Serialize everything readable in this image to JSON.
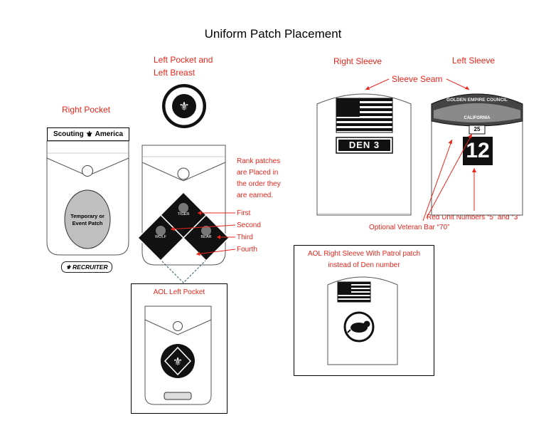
{
  "title": "Uniform Patch Placement",
  "right_pocket": {
    "heading": "Right Pocket",
    "scouting_strip": "Scouting",
    "scouting_strip_2": "America",
    "temp_patch": [
      "Temporary or",
      "Event Patch"
    ],
    "recruiter": "RECRUITER"
  },
  "left_pocket": {
    "heading_line1": "Left Pocket and",
    "heading_line2": "Left Breast",
    "rank_note": [
      "Rank patches",
      "are Placed in",
      "the order they",
      "are earned."
    ],
    "order": [
      "First",
      "Second",
      "Third",
      "Fourth"
    ],
    "diamonds": [
      "TIGER",
      "WOLF",
      "BEAR"
    ]
  },
  "aol_left": {
    "heading": "AOL Left Pocket"
  },
  "right_sleeve": {
    "heading": "Right Sleeve",
    "den": "DEN 3"
  },
  "left_sleeve": {
    "heading": "Left Sleeve",
    "council": "GOLDEN EMPIRE COUNCIL",
    "state": "CALIFORNIA",
    "vet_bar": "25",
    "unit": "12"
  },
  "annotations": {
    "sleeve_seam": "Sleeve Seam",
    "unit_numbers": "Red Unit Numbers “5” and “3”",
    "veteran_bar": "Optional Veteran Bar “70”"
  },
  "aol_right": {
    "heading_line1": "AOL Right Sleeve With Patrol patch",
    "heading_line2": "instead of Den number"
  },
  "colors": {
    "annotation": "#e8261c",
    "patch_dark": "#111111"
  }
}
